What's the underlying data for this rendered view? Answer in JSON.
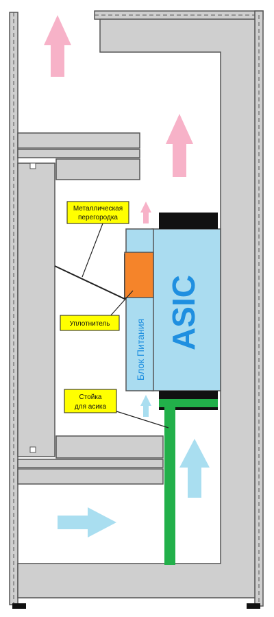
{
  "labels": {
    "partition_line1": "Металлическая",
    "partition_line2": "перегородка",
    "seal": "Уплотнитель",
    "psu": "Блок Питания",
    "asic": "ASIC",
    "stand_line1": "Стойка",
    "stand_line2": "для асика"
  },
  "colors": {
    "wall_gray": "#d0d0d0",
    "outline": "#555555",
    "asic_blue": "#aadcf0",
    "asic_text": "#1f8fe0",
    "seal_orange": "#f5842a",
    "fan_black": "#111111",
    "stand_green": "#22b04a",
    "label_yellow": "#ffff00",
    "hot_air_pink": "#f7b2c8",
    "cold_air_blue": "#a9def0"
  },
  "icons": [
    "hot-air-arrow-icon",
    "cold-air-arrow-icon"
  ]
}
